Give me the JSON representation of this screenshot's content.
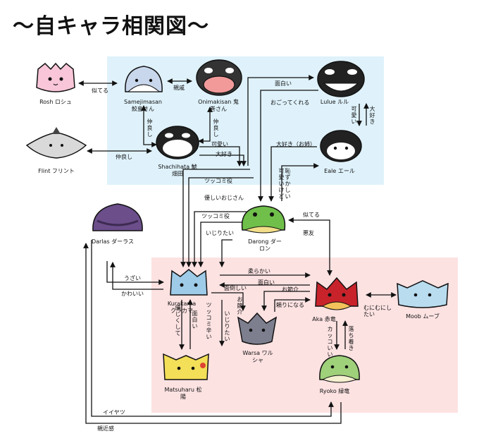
{
  "title": "〜自キャラ相関図〜",
  "colors": {
    "blue_region": "#dff2fb",
    "pink_region": "#fde2e2",
    "line": "#111111"
  },
  "characters": {
    "rosh": {
      "name": "Rosh ロシュ",
      "icon": "pink-creature-icon",
      "color": "#f8c6d8"
    },
    "samejima": {
      "name": "Samejimasan 鮫島さん",
      "icon": "blue-shark-icon",
      "color": "#c9d7ec"
    },
    "onimaki": {
      "name": "Onimakisan 鬼巻さん",
      "icon": "orca-icon",
      "color": "#333333"
    },
    "lulue": {
      "name": "Lulue ルル",
      "icon": "orca-icon",
      "color": "#222222"
    },
    "eale": {
      "name": "Eale エール",
      "icon": "orca-icon",
      "color": "#222222"
    },
    "flint": {
      "name": "Flint フリント",
      "icon": "gray-manta-icon",
      "color": "#d9d9d9"
    },
    "shachihata": {
      "name": "Shachihata 鯱畑田",
      "icon": "orca-icon",
      "color": "#222222"
    },
    "darlas": {
      "name": "Darlas ダーラス",
      "icon": "purple-blob-icon",
      "color": "#6b4e8a"
    },
    "darong": {
      "name": "Darong ダーロン",
      "icon": "green-frog-icon",
      "color": "#6fbf4a"
    },
    "kurakama": {
      "name": "Kurakama クラカマ",
      "icon": "blue-cat-icon",
      "color": "#9ecbe8"
    },
    "aka": {
      "name": "Aka 赤竜",
      "icon": "red-dragon-icon",
      "color": "#c8232b"
    },
    "moob": {
      "name": "Moob ムーブ",
      "icon": "blue-dragon-icon",
      "color": "#b9dcef"
    },
    "warsa": {
      "name": "Warsa ワルシャ",
      "icon": "gray-wolf-icon",
      "color": "#7d7f8f"
    },
    "matsuharu": {
      "name": "Matsuharu 松陽",
      "icon": "yellow-cat-icon",
      "color": "#f3df58"
    },
    "ryoko": {
      "name": "Ryoko 緑竜",
      "icon": "green-dragon-icon",
      "color": "#9fd07a"
    }
  },
  "relations": {
    "rosh_same": "似てる",
    "same_oni": "親戚",
    "omoshiroi_top": "面白い",
    "ogotte": "おごってくれる",
    "lulue_eale_daisuki": "大好き",
    "lulue_eale_kawaii": "可愛い",
    "same_shachi": "仲良し",
    "oni_shachi": "仲良し",
    "flint_shachi": "仲良し",
    "shachi_kawaii": "可愛い",
    "shachi_daisuki": "大好き",
    "daisuki_oane": "大好き（お姉）",
    "hazukashii": "恥ずかしい",
    "kawaiikedo": "可愛いけど",
    "tsukkomi_top": "ツッコミ役",
    "yasashii_ojisan": "優しいおじさん",
    "tsukkomi_mid": "ツッコミ役",
    "ijiritai_top": "いじりたい",
    "niteru_aka": "似てる",
    "akuyuu": "悪友",
    "uzai": "うざい",
    "kawaii_darlas": "かわいい",
    "yawarakai": "柔らかい",
    "omoshiroi_mid": "面白い",
    "mendokusai": "面倒しい",
    "osekkai_a": "お節介",
    "osekkai_b": "お節介",
    "tayori": "頼りになる",
    "yasashikushite": "優しくして",
    "omoshiroi_low": "面白い",
    "tsukkomi_tsurai": "ツッコミ辛い",
    "ijiritai_low": "いじりたい",
    "munimuni": "むにむにしたい",
    "kakkoii": "カッコいい",
    "ochitsuki": "落ち着き",
    "iiyatsu": "イイヤツ",
    "shinkinkan": "親近感"
  }
}
